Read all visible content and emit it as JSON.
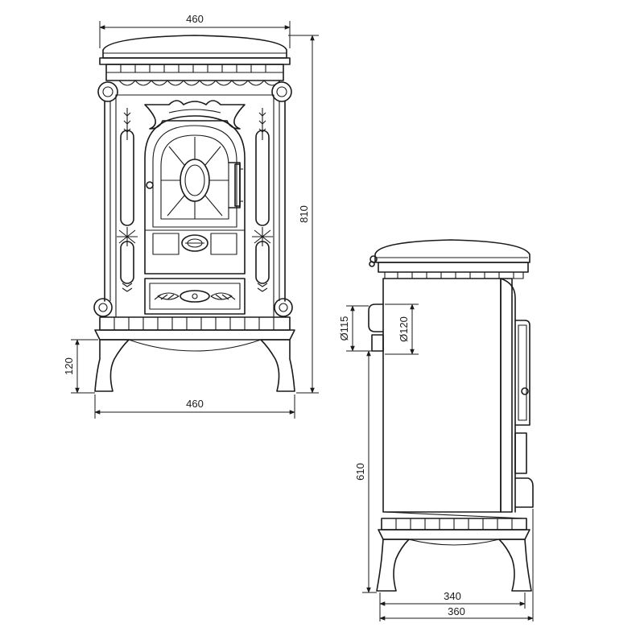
{
  "front_view": {
    "top_width_label": "460",
    "height_label": "810",
    "leg_height_label": "120",
    "base_width_label": "460"
  },
  "side_view": {
    "flue_rear_label": "Ø115",
    "flue_side_label": "Ø120",
    "flue_height_label": "610",
    "depth_inner_label": "340",
    "depth_outer_label": "360"
  }
}
